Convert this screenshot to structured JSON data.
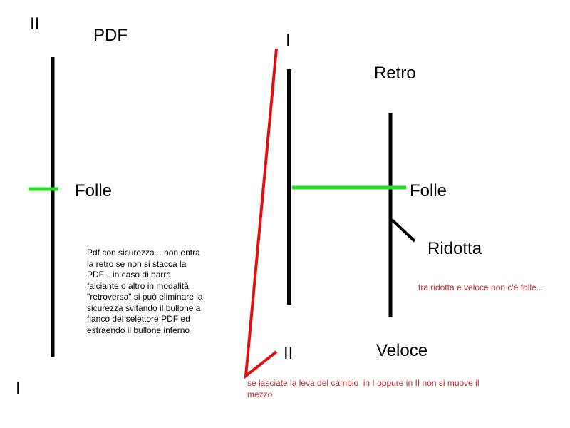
{
  "left_selector": {
    "top_label": "II",
    "title": "PDF",
    "middle_label": "Folle",
    "bottom_label": "I",
    "note_lines": [
      "Pdf con sicurezza... non entra",
      "la retro se non si stacca la",
      "PDF... in caso di barra",
      "falciante o altro in modalità",
      "\"retroversa\" si può eliminare la",
      "sicurezza svitando il bullone a",
      "fianco del selettore PDF ed",
      "estraendo il bullone interno"
    ]
  },
  "right_selector": {
    "top_label": "I",
    "retro_label": "Retro",
    "folle_label": "Folle",
    "ridotta_label": "Ridotta",
    "bottom_label": "II",
    "veloce_label": "Veloce",
    "side_note": "tra ridotta e veloce non c'è folle...",
    "bottom_note_lines": [
      "se lasciate la leva del cambio  in I oppure in II non si muove il",
      "mezzo"
    ]
  },
  "colors": {
    "line": "#000000",
    "neutral": "#22dd22",
    "annotation": "#e01010",
    "note_text": "#c4282c"
  }
}
